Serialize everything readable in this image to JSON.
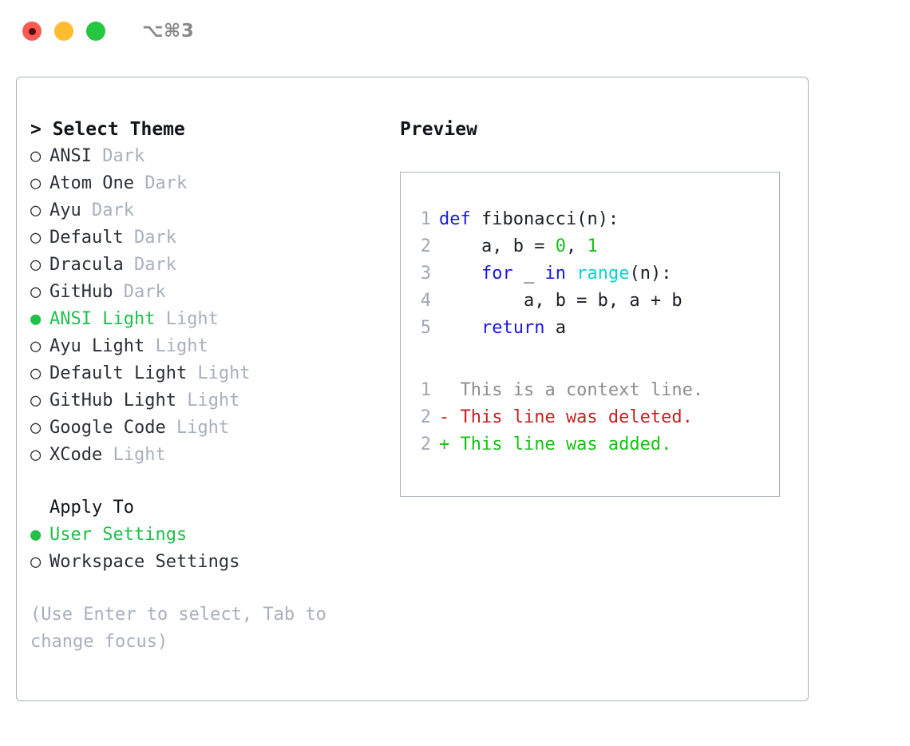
{
  "titlebar": {
    "lights": [
      {
        "name": "close",
        "color": "#f95a52"
      },
      {
        "name": "minimize",
        "color": "#ffbc2e"
      },
      {
        "name": "zoom",
        "color": "#25c741"
      }
    ],
    "shortcut": "⌥⌘3"
  },
  "theme_selector": {
    "heading_caret": "> ",
    "heading": "Select Theme",
    "options": [
      {
        "marker": "○",
        "label": "ANSI",
        "suffix": "Dark",
        "selected": false
      },
      {
        "marker": "○",
        "label": "Atom One",
        "suffix": "Dark",
        "selected": false
      },
      {
        "marker": "○",
        "label": "Ayu",
        "suffix": "Dark",
        "selected": false
      },
      {
        "marker": "○",
        "label": "Default",
        "suffix": "Dark",
        "selected": false
      },
      {
        "marker": "○",
        "label": "Dracula",
        "suffix": "Dark",
        "selected": false
      },
      {
        "marker": "○",
        "label": "GitHub",
        "suffix": "Dark",
        "selected": false
      },
      {
        "marker": "●",
        "label": "ANSI Light",
        "suffix": "Light",
        "selected": true
      },
      {
        "marker": "○",
        "label": "Ayu Light",
        "suffix": "Light",
        "selected": false
      },
      {
        "marker": "○",
        "label": "Default Light",
        "suffix": "Light",
        "selected": false
      },
      {
        "marker": "○",
        "label": "GitHub Light",
        "suffix": "Light",
        "selected": false
      },
      {
        "marker": "○",
        "label": "Google Code",
        "suffix": "Light",
        "selected": false
      },
      {
        "marker": "○",
        "label": "XCode",
        "suffix": "Light",
        "selected": false
      }
    ]
  },
  "apply_to": {
    "heading": "Apply To",
    "options": [
      {
        "marker": "●",
        "label": "User Settings",
        "selected": true
      },
      {
        "marker": "○",
        "label": "Workspace Settings",
        "selected": false
      }
    ]
  },
  "help_text": "(Use Enter to select, Tab to change focus)",
  "preview": {
    "title": "Preview",
    "code_lines": [
      {
        "num": "1",
        "tokens": [
          {
            "t": "def",
            "c": "kw"
          },
          {
            "t": " fibonacci(n):",
            "c": "plain"
          }
        ]
      },
      {
        "num": "2",
        "tokens": [
          {
            "t": "    a, b = ",
            "c": "plain"
          },
          {
            "t": "0",
            "c": "num"
          },
          {
            "t": ", ",
            "c": "plain"
          },
          {
            "t": "1",
            "c": "num"
          }
        ]
      },
      {
        "num": "3",
        "tokens": [
          {
            "t": "    ",
            "c": "plain"
          },
          {
            "t": "for",
            "c": "kw"
          },
          {
            "t": " _ ",
            "c": "plain"
          },
          {
            "t": "in",
            "c": "kw"
          },
          {
            "t": " ",
            "c": "plain"
          },
          {
            "t": "range",
            "c": "fn"
          },
          {
            "t": "(n):",
            "c": "plain"
          }
        ]
      },
      {
        "num": "4",
        "tokens": [
          {
            "t": "        a, b = b, a + b",
            "c": "plain"
          }
        ]
      },
      {
        "num": "5",
        "tokens": [
          {
            "t": "    ",
            "c": "plain"
          },
          {
            "t": "return",
            "c": "kw"
          },
          {
            "t": " a",
            "c": "plain"
          }
        ]
      }
    ],
    "diff_lines": [
      {
        "num": "1",
        "text": "  This is a context line.",
        "kind": "ctx"
      },
      {
        "num": "2",
        "text": "- This line was deleted.",
        "kind": "del"
      },
      {
        "num": "2",
        "text": "+ This line was added.",
        "kind": "add"
      }
    ]
  },
  "colors": {
    "accent_green": "#21c04a",
    "muted": "#a8b0bd",
    "keyword": "#1a1ae0",
    "number": "#16c216",
    "builtin": "#12cfcf",
    "diff_delete": "#c32222",
    "diff_add": "#16c216",
    "border": "#a9b2bf"
  }
}
